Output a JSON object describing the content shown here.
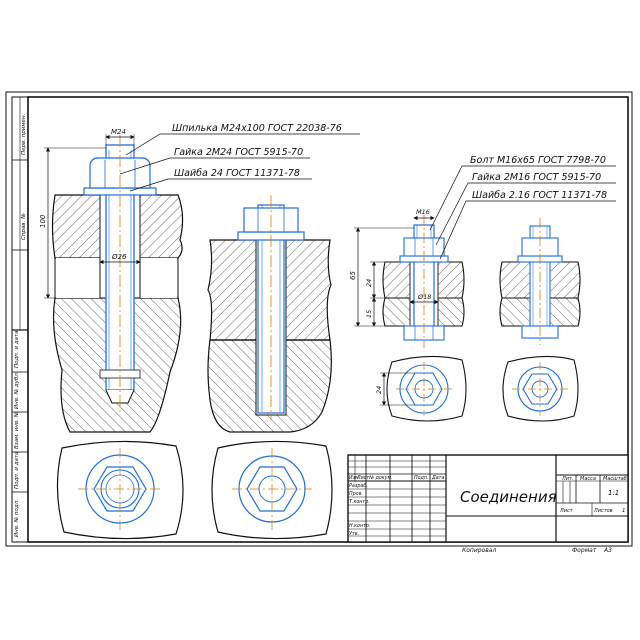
{
  "callouts": {
    "stud": "Шпилька М24х100 ГОСТ 22038-76",
    "nut_m24": "Гайка 2М24 ГОСТ 5915-70",
    "washer_24": "Шайба 24 ГОСТ 11371-78",
    "bolt": "Болт М16х65 ГОСТ 7798-70",
    "nut_m16": "Гайка 2М16 ГОСТ 5915-70",
    "washer_16": "Шайба 2.16 ГОСТ 11371-78"
  },
  "dimensions": {
    "m24": "M24",
    "len_100": "100",
    "dia_26": "Ø26",
    "m16": "M16",
    "len_65": "65",
    "len_24": "24",
    "len_15": "15",
    "dia_18": "Ø18",
    "nut_24": "24"
  },
  "side_stamps": [
    "Перв. примен.",
    "Справ. №",
    "Подп. и дата",
    "Инв. № дубл.",
    "Взам. инв. №",
    "Подп. и дата",
    "Инв. № подл."
  ],
  "title_block": {
    "title": "Соединения",
    "headers": [
      "Изм",
      "Лист",
      "№ докум.",
      "Подп.",
      "Дата"
    ],
    "roles": [
      "Разраб.",
      "Пров.",
      "Т.контр.",
      "",
      "Н.контр.",
      "Утв."
    ],
    "lit_label": "Лит.",
    "mass_label": "Масса",
    "scale_label": "Масштаб",
    "scale_value": "1:1",
    "sheet_label": "Лист",
    "sheets_label": "Листов",
    "sheets_value": "1"
  },
  "footer": {
    "copied": "Копировал",
    "format_label": "Формат",
    "format_value": "А3"
  },
  "colors": {
    "part": "#1f6fd6",
    "axis": "#e07b00",
    "line": "#111111"
  }
}
